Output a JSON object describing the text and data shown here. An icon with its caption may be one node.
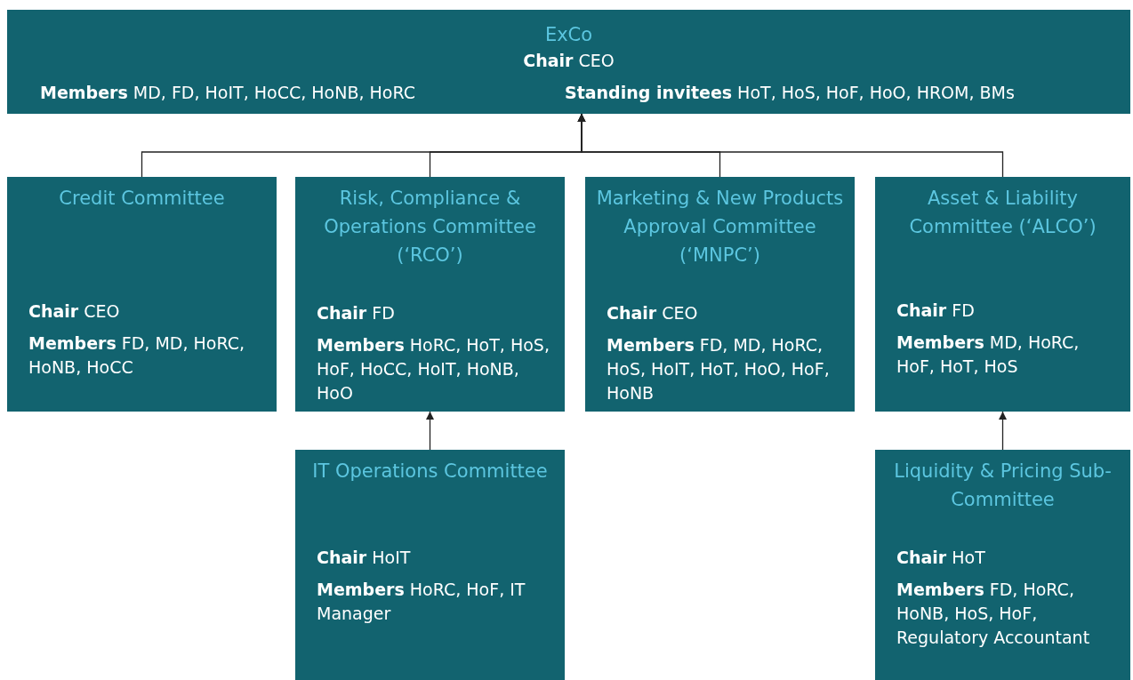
{
  "diagram": {
    "nodes": [
      {
        "text": [
          "ExCo",
          "**Chair** CEO",
          "**Members** MD, FD, HoIT, HoCC, HoNB, HoRC",
          "**Standing invitees** HoT, HoS, HoF, HoO, HROM, BMs"
        ]
      },
      {
        "text": [
          "Credit Committee",
          "**Chair** CEO",
          "**Members** FD, MD, HoRC, HoNB, HoCC"
        ]
      },
      {
        "text": [
          "Risk, Compliance & Operations Committee (‘RCO’)",
          "**Chair** FD",
          "**Members** HoRC, HoT, HoS, HoF, HoCC, HoIT, HoNB, HoO"
        ]
      },
      {
        "text": [
          "Marketing & New Products Approval Committee (‘MNPC’)",
          "**Chair** CEO",
          "**Members** FD, MD, HoRC, HoS, HoIT, HoT, HoO, HoF, HoNB"
        ]
      },
      {
        "text": [
          "Asset & Liability Committee (‘ALCO’)",
          "**Chair** FD",
          "**Members** MD, HoRC, HoF, HoT, HoS"
        ]
      },
      {
        "text": [
          "IT Operations Committee",
          "**Chair** HoIT",
          "**Members** HoRC, HoF, IT Manager"
        ]
      },
      {
        "text": [
          "Liquidity & Pricing Sub-Committee",
          "**Chair** HoT",
          "**Members** FD, HoRC, HoNB, HoS, HoF, Regulatory Accountant"
        ]
      }
    ],
    "edges": [
      {
        "from": 1,
        "to": 0,
        "arrow": "to"
      },
      {
        "from": 2,
        "to": 0,
        "arrow": "to"
      },
      {
        "from": 3,
        "to": 0,
        "arrow": "to"
      },
      {
        "from": 4,
        "to": 0,
        "arrow": "to"
      },
      {
        "from": 5,
        "to": 2,
        "arrow": "to"
      },
      {
        "from": 6,
        "to": 4,
        "arrow": "to"
      }
    ]
  }
}
